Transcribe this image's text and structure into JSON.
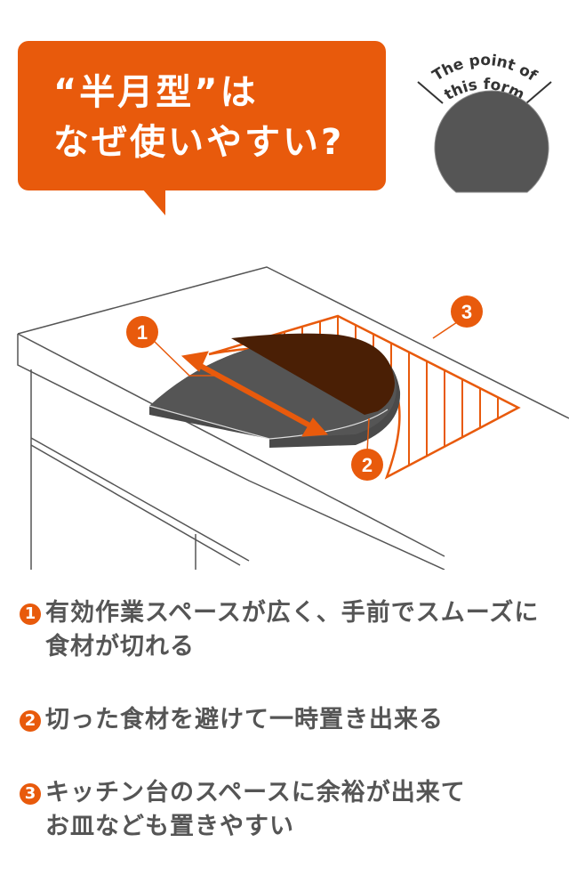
{
  "header": {
    "title": "“半月型”は\nなぜ使いやすい?"
  },
  "badge": {
    "label_line1": "The point of",
    "label_line2": "this form",
    "shape": "half-moon-board-icon"
  },
  "illustration": {
    "markers": [
      "1",
      "2",
      "3"
    ],
    "colors": {
      "accent": "#e85a0c",
      "board": "#555555",
      "board_dark": "#4a1f05",
      "line": "#555555"
    }
  },
  "points": [
    {
      "num": "1",
      "text": "有効作業スペースが広く、手前でスムーズに\n食材が切れる"
    },
    {
      "num": "2",
      "text": "切った食材を避けて一時置き出来る"
    },
    {
      "num": "3",
      "text": "キッチン台のスペースに余裕が出来て\nお皿なども置きやすい"
    }
  ]
}
